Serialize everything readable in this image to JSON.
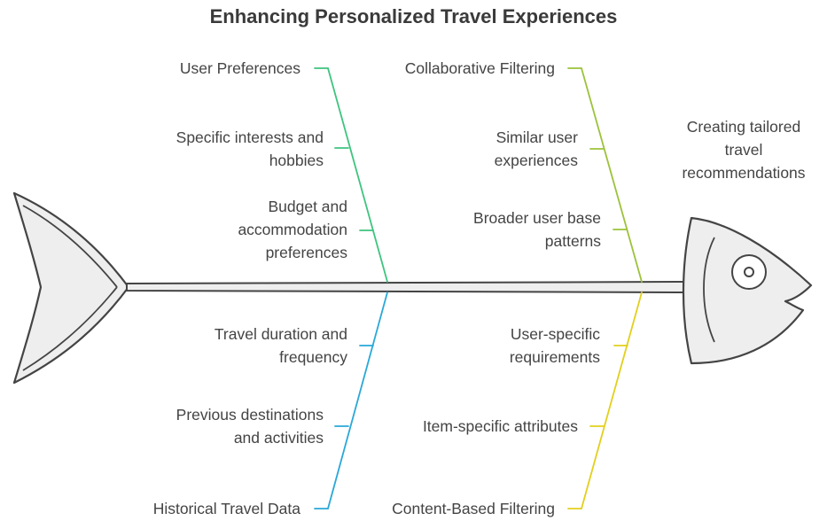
{
  "title": "Enhancing Personalized Travel Experiences",
  "head": {
    "label": [
      "Creating tailored",
      "travel",
      "recommendations"
    ]
  },
  "colors": {
    "user_preferences": "#3ec47f",
    "collaborative_filtering": "#9cc23a",
    "historical_travel_data": "#2aa8d8",
    "content_based_filtering": "#e2cf1c",
    "outline": "#444444",
    "fill": "#eeeeee"
  },
  "causes": {
    "user_preferences": {
      "label": "User Preferences",
      "items": [
        [
          "Specific interests and",
          "hobbies"
        ],
        [
          "Budget and",
          "accommodation",
          "preferences"
        ]
      ]
    },
    "collaborative_filtering": {
      "label": "Collaborative Filtering",
      "items": [
        [
          "Similar user",
          "experiences"
        ],
        [
          "Broader user base",
          "patterns"
        ]
      ]
    },
    "historical_travel_data": {
      "label": "Historical Travel Data",
      "items": [
        [
          "Travel duration and",
          "frequency"
        ],
        [
          "Previous destinations",
          "and activities"
        ]
      ]
    },
    "content_based_filtering": {
      "label": "Content-Based Filtering",
      "items": [
        [
          "User-specific",
          "requirements"
        ],
        [
          "Item-specific attributes"
        ]
      ]
    }
  }
}
